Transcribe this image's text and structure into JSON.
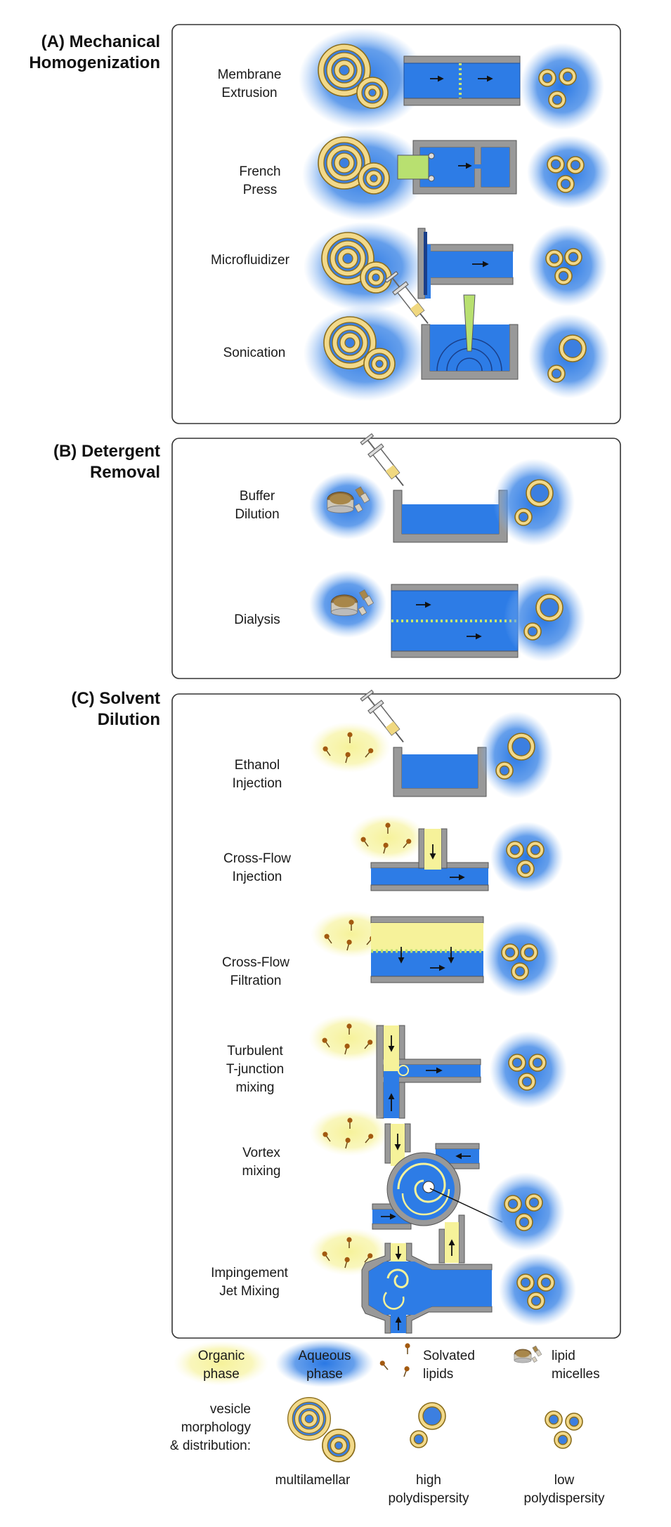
{
  "sections": {
    "a": {
      "title_1": "(A) Mechanical",
      "title_2": "Homogenization"
    },
    "b": {
      "title_1": "(B) Detergent",
      "title_2": "Removal"
    },
    "c": {
      "title_1": "(C) Solvent",
      "title_2": "Dilution"
    }
  },
  "methods": {
    "membrane_extrusion": [
      "Membrane",
      "Extrusion"
    ],
    "french_press": [
      "French",
      "Press"
    ],
    "microfluidizer": [
      "Microfluidizer"
    ],
    "sonication": [
      "Sonication"
    ],
    "buffer_dilution": [
      "Buffer",
      "Dilution"
    ],
    "dialysis": [
      "Dialysis"
    ],
    "ethanol_injection": [
      "Ethanol",
      "Injection"
    ],
    "cross_flow_injection": [
      "Cross-Flow",
      "Injection"
    ],
    "cross_flow_filtration": [
      "Cross-Flow",
      "Filtration"
    ],
    "turbulent_t_junction": [
      "Turbulent",
      "T-junction",
      "mixing"
    ],
    "vortex_mixing": [
      "Vortex",
      "mixing"
    ],
    "impingement_jet": [
      "Impingement",
      "Jet Mixing"
    ]
  },
  "legend": {
    "organic": [
      "Organic",
      "phase"
    ],
    "aqueous": [
      "Aqueous",
      "phase"
    ],
    "solvated": [
      "Solvated",
      "lipids"
    ],
    "micelles": [
      "lipid",
      "micelles"
    ],
    "morphology": [
      "vesicle",
      "morphology",
      "& distribution:"
    ],
    "multilamellar": "multilamellar",
    "high": [
      "high",
      "polydispersity"
    ],
    "low": [
      "low",
      "polydispersity"
    ]
  },
  "colors": {
    "aqueous_blue": "#2a78e4",
    "organic_yellow": "#f6f29a",
    "lipid_gold": "#e8c15a",
    "wall_gray": "#8a8a8a",
    "membrane_green": "#b8e070"
  }
}
